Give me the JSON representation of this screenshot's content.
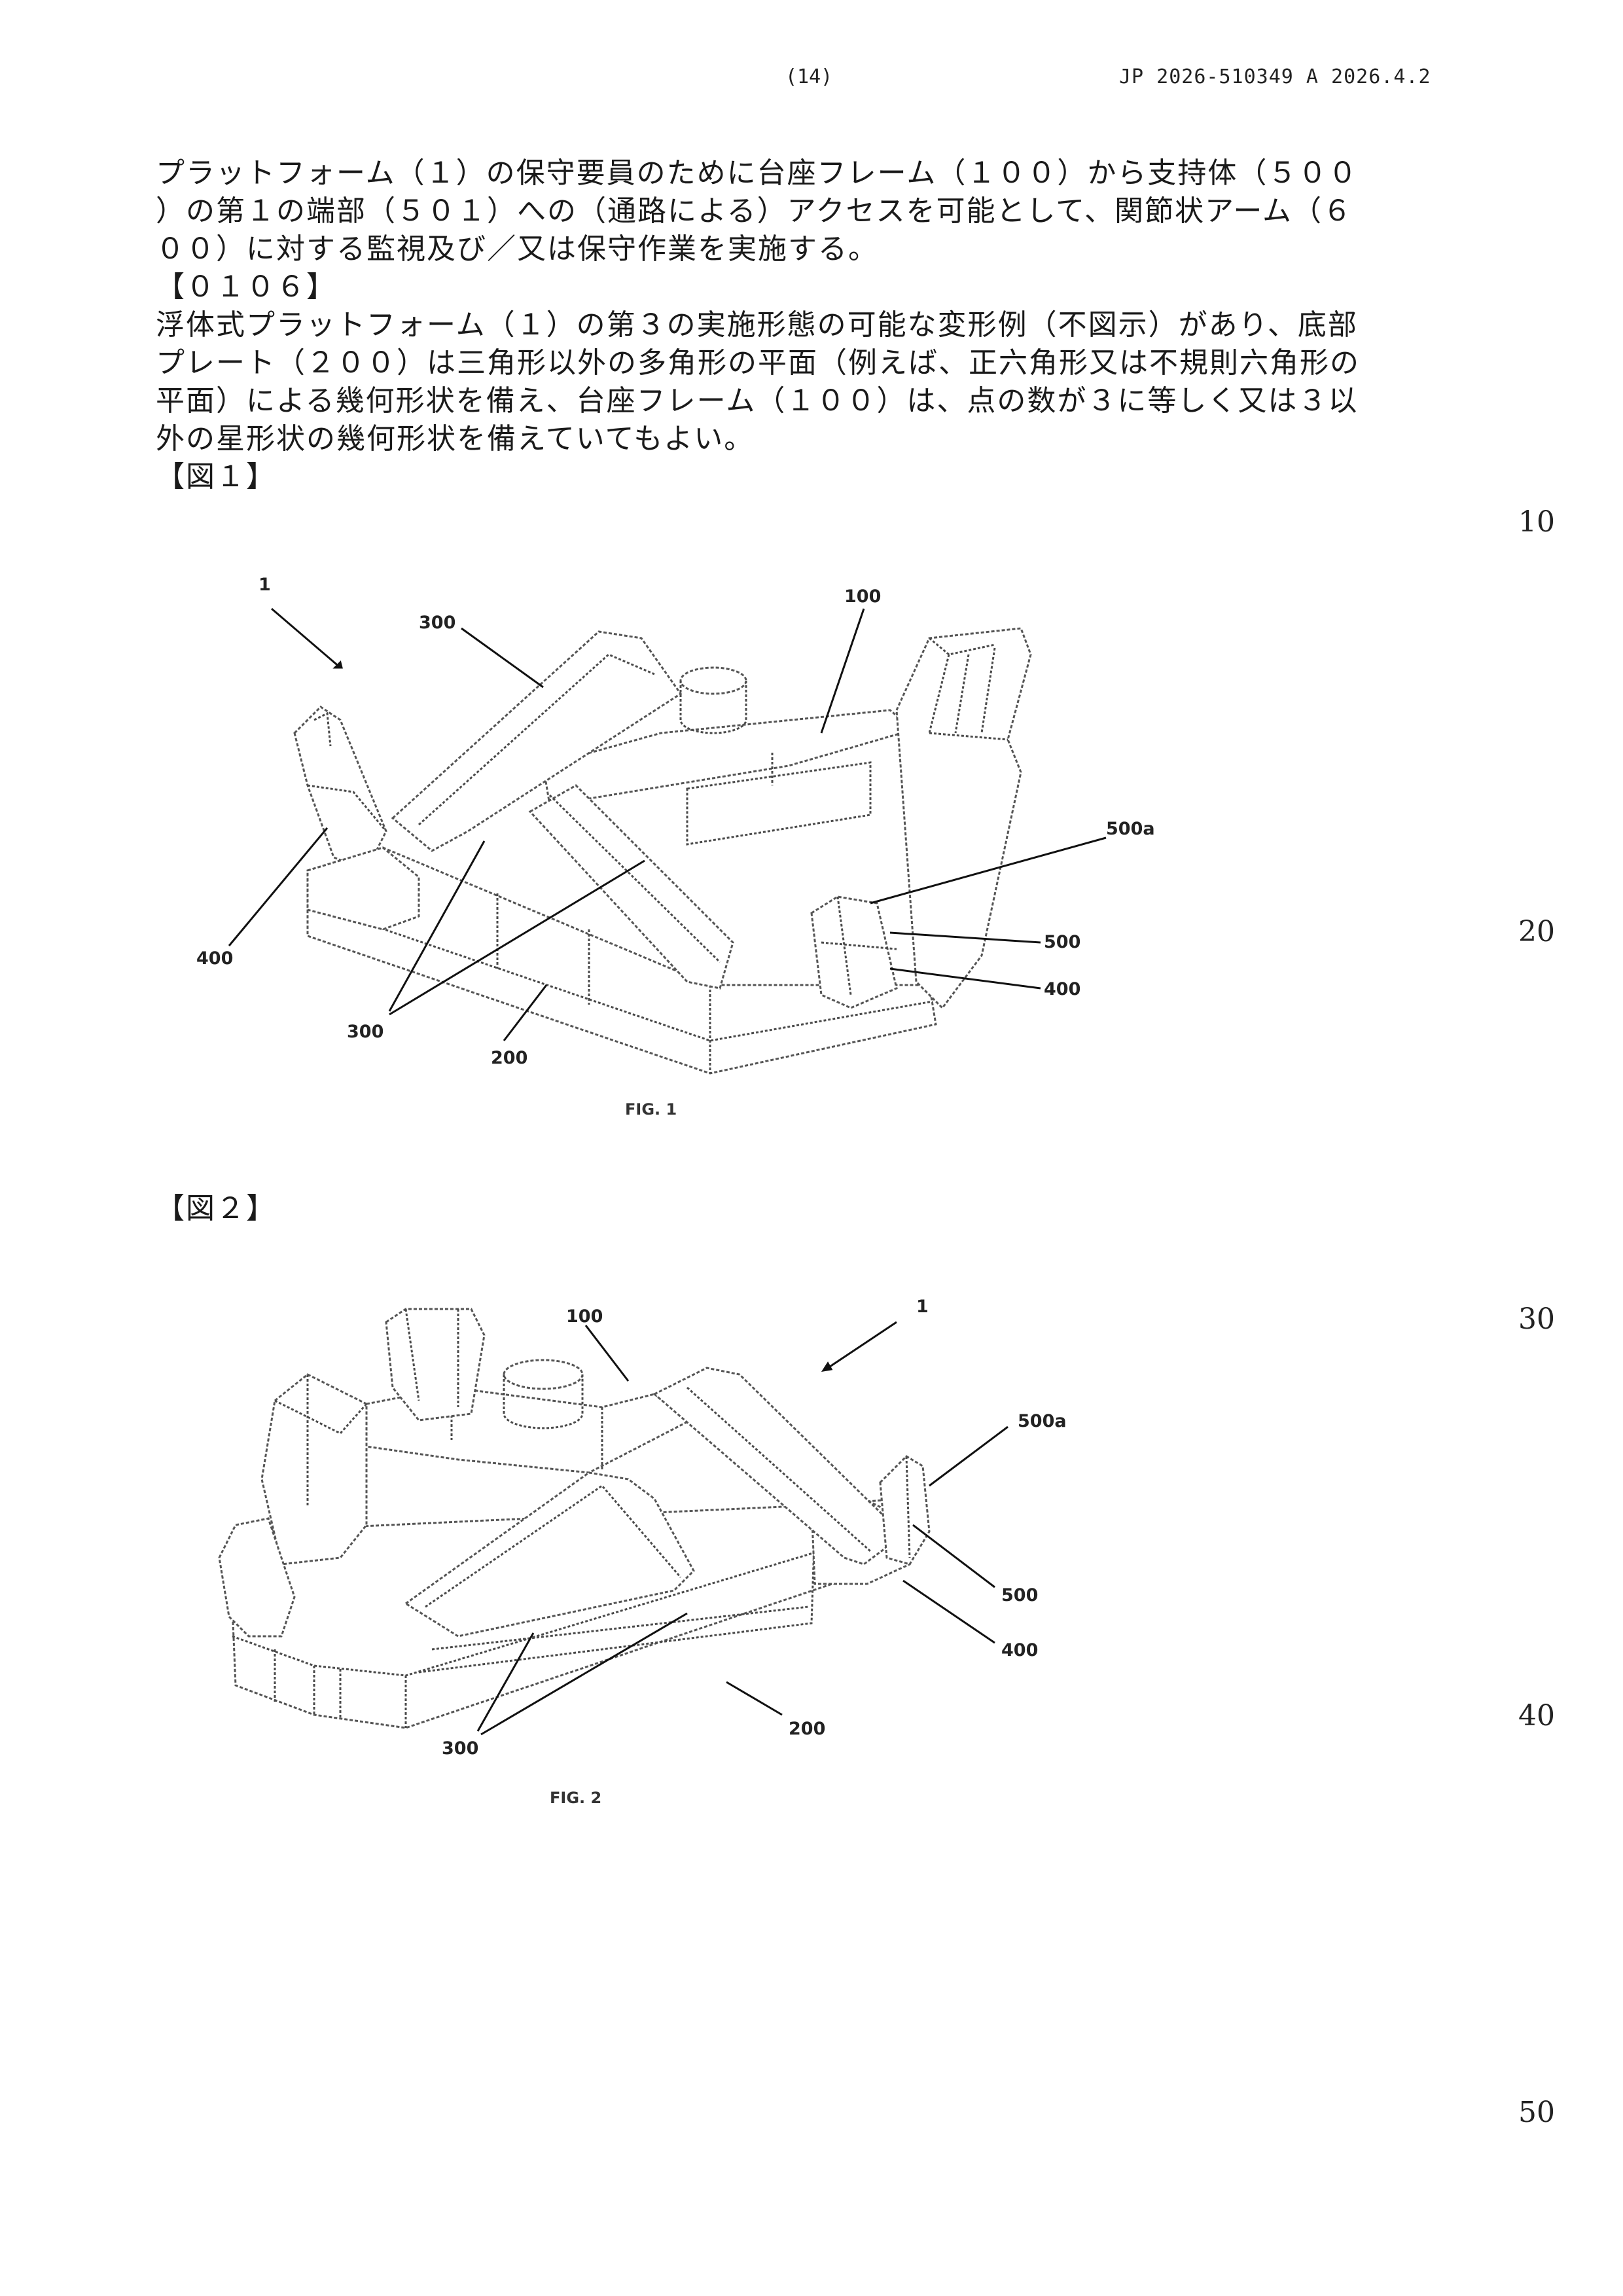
{
  "header": {
    "page_number": "(14)",
    "publication": "JP  2026-510349  A  2026.4.2"
  },
  "body": {
    "p1": [
      "プラットフォーム（１）の保守要員のために台座フレーム（１００）から支持体（５００",
      "）の第１の端部（５０１）への（通路による）アクセスを可能として、関節状アーム（６",
      "００）に対する監視及び／又は保守作業を実施する。"
    ],
    "para_number": "【０１０６】",
    "p2": [
      "浮体式プラットフォーム（１）の第３の実施形態の可能な変形例（不図示）があり、底部",
      "プレート（２００）は三角形以外の多角形の平面（例えば、正六角形又は不規則六角形の",
      "平面）による幾何形状を備え、台座フレーム（１００）は、点の数が３に等しく又は３以",
      "外の星形状の幾何形状を備えていてもよい。"
    ],
    "fig1_heading": "【図１】",
    "fig2_heading": "【図２】"
  },
  "margin_numbers": [
    "10",
    "20",
    "30",
    "40",
    "50"
  ],
  "figure1": {
    "caption": "FIG. 1",
    "labels": {
      "l1": "1",
      "l300a": "300",
      "l100": "100",
      "l500a": "500a",
      "l500": "500",
      "l400a": "400",
      "l400b": "400",
      "l300b": "300",
      "l200": "200"
    }
  },
  "figure2": {
    "caption": "FIG. 2",
    "labels": {
      "l100": "100",
      "l1": "1",
      "l500a": "500a",
      "l500": "500",
      "l400": "400",
      "l300": "300",
      "l200": "200"
    }
  }
}
